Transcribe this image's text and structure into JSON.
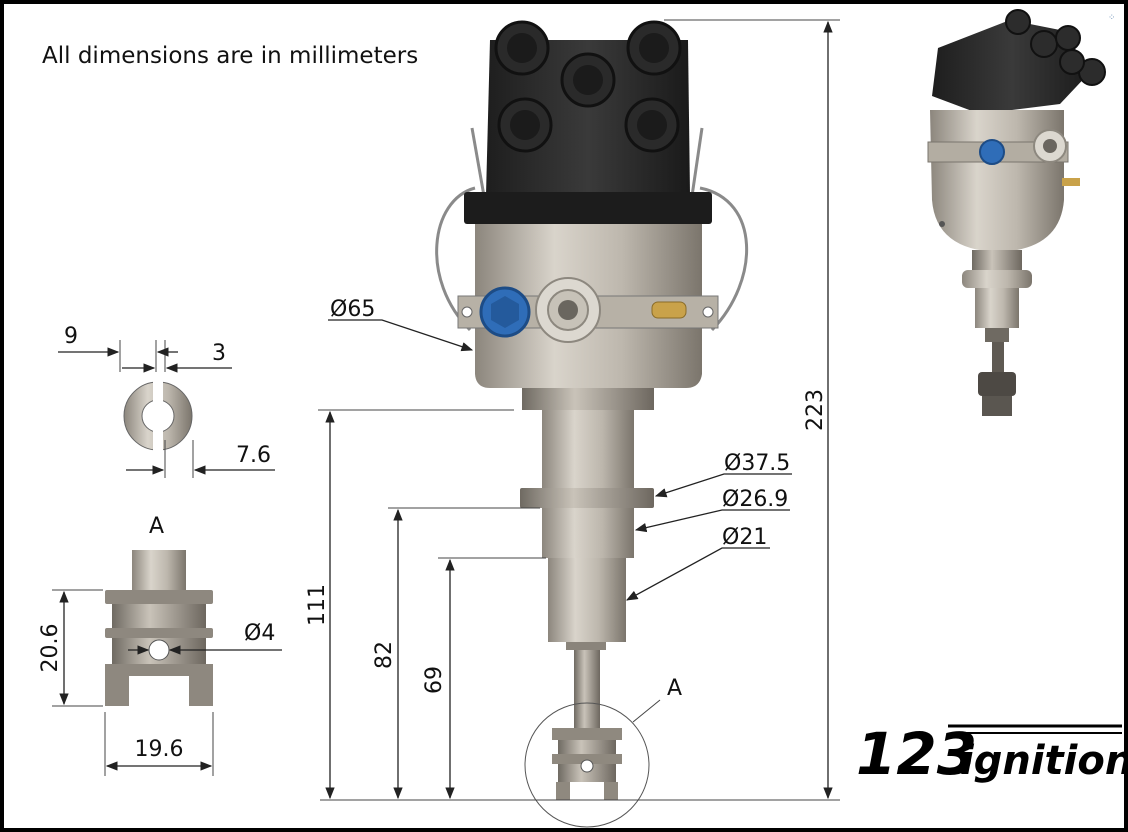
{
  "note": "All dimensions are in millimeters",
  "dimensions": {
    "overall_height": "223",
    "body_diameter": "Ø65",
    "shaft_height": "111",
    "flange_diameter": "Ø37.5",
    "shaft_diameter_upper": "Ø26.9",
    "shaft_diameter_lower": "Ø21",
    "height_82": "82",
    "height_69": "69",
    "detail_callout": "A",
    "ring_9": "9",
    "ring_3": "3",
    "ring_7_6": "7.6",
    "detail_title": "A",
    "detail_height": "20.6",
    "detail_hole": "Ø4",
    "detail_width": "19.6"
  },
  "brand": {
    "number": "123",
    "word": "ignition"
  },
  "colors": {
    "cap": "#2b2b2b",
    "metal": "#b8b2a8",
    "metal_dark": "#7f7a72",
    "blue_bolt": "#2f6db8",
    "brass": "#c9a24a"
  }
}
